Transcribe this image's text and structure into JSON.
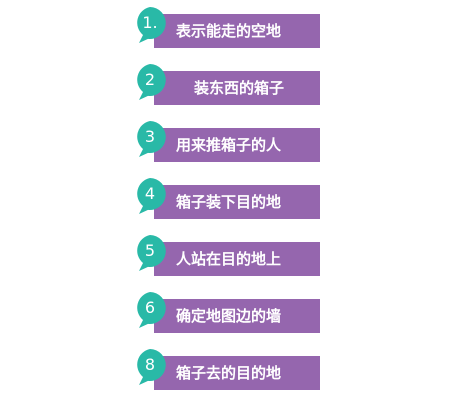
{
  "items": [
    {
      "number": "1.",
      "label": "表示能走的空地"
    },
    {
      "number": "2",
      "label": "装东西的箱子"
    },
    {
      "number": "3",
      "label": "用来推箱子的人"
    },
    {
      "number": "4",
      "label": "箱子装下目的地"
    },
    {
      "number": "5",
      "label": "人站在目的地上"
    },
    {
      "number": "6",
      "label": "确定地图边的墙"
    },
    {
      "number": "8",
      "label": "箱子去的目的地"
    }
  ],
  "colors": {
    "badge": "#29b9a7",
    "label_background": "#9566ae",
    "text": "#ffffff"
  }
}
